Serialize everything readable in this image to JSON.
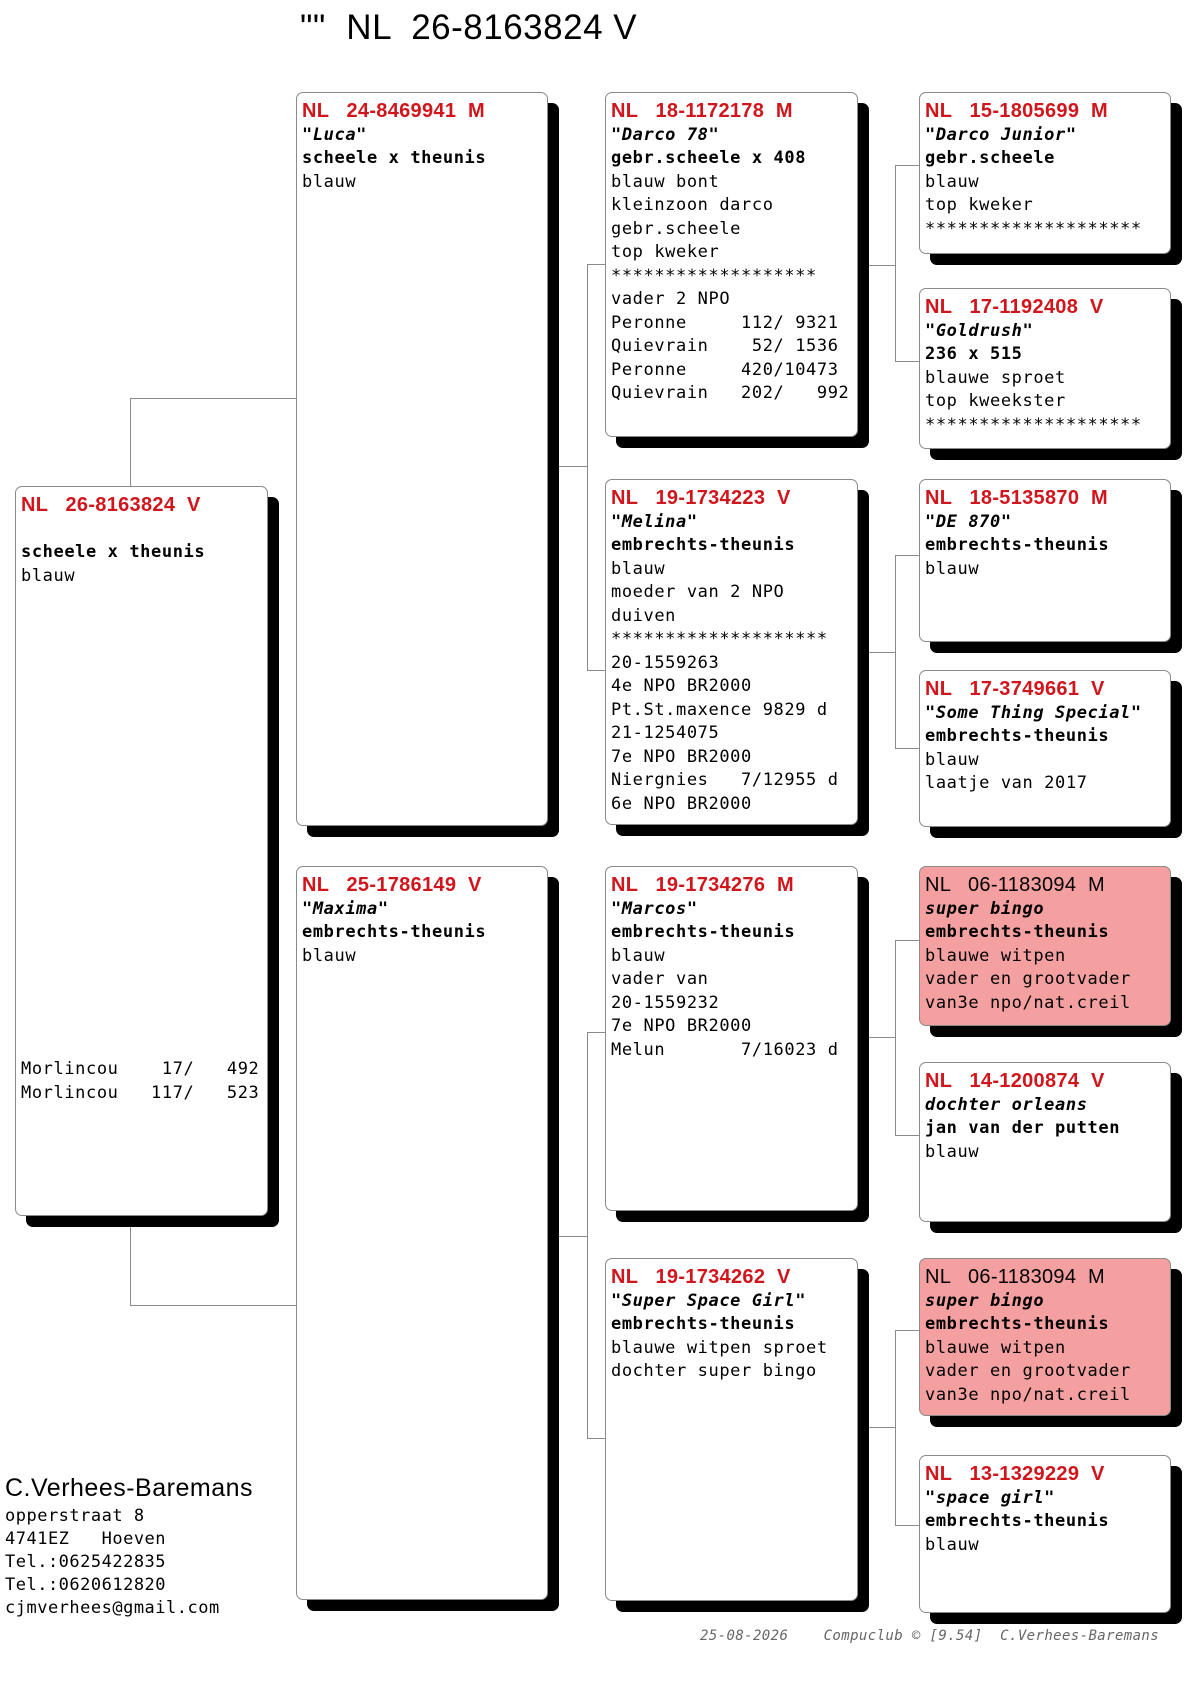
{
  "title": "\"\"  NL  26-8163824 V",
  "cards": [
    {
      "id": "subject",
      "lines": [
        {
          "t": "NL   26-8163824  V",
          "s": "id"
        },
        {
          "t": "",
          "s": ""
        },
        {
          "t": "scheele x theunis",
          "s": "bd"
        },
        {
          "t": "blauw",
          "s": ""
        },
        {
          "t": "",
          "s": ""
        },
        {
          "t": "",
          "s": ""
        },
        {
          "t": "",
          "s": ""
        },
        {
          "t": "",
          "s": ""
        },
        {
          "t": "",
          "s": ""
        },
        {
          "t": "",
          "s": ""
        },
        {
          "t": "",
          "s": ""
        },
        {
          "t": "",
          "s": ""
        },
        {
          "t": "",
          "s": ""
        },
        {
          "t": "",
          "s": ""
        },
        {
          "t": "",
          "s": ""
        },
        {
          "t": "",
          "s": ""
        },
        {
          "t": "",
          "s": ""
        },
        {
          "t": "",
          "s": ""
        },
        {
          "t": "",
          "s": ""
        },
        {
          "t": "",
          "s": ""
        },
        {
          "t": "",
          "s": ""
        },
        {
          "t": "",
          "s": ""
        },
        {
          "t": "",
          "s": ""
        },
        {
          "t": "",
          "s": ""
        },
        {
          "t": "Morlincou    17/   492",
          "s": ""
        },
        {
          "t": "Morlincou   117/   523",
          "s": ""
        }
      ]
    },
    {
      "id": "sire",
      "lines": [
        {
          "t": "NL   24-8469941  M",
          "s": "id"
        },
        {
          "t": "\"Luca\"",
          "s": "nm"
        },
        {
          "t": "scheele x theunis",
          "s": "bd"
        },
        {
          "t": "blauw",
          "s": ""
        }
      ]
    },
    {
      "id": "dam",
      "lines": [
        {
          "t": "NL   25-1786149  V",
          "s": "id"
        },
        {
          "t": "\"Maxima\"",
          "s": "nm"
        },
        {
          "t": "embrechts-theunis",
          "s": "bd"
        },
        {
          "t": "blauw",
          "s": ""
        }
      ]
    },
    {
      "id": "ss",
      "lines": [
        {
          "t": "NL   18-1172178  M",
          "s": "id"
        },
        {
          "t": "\"Darco 78\"",
          "s": "nm"
        },
        {
          "t": "gebr.scheele x 408",
          "s": "bd"
        },
        {
          "t": "blauw bont",
          "s": ""
        },
        {
          "t": "kleinzoon darco",
          "s": ""
        },
        {
          "t": "gebr.scheele",
          "s": ""
        },
        {
          "t": "top kweker",
          "s": ""
        },
        {
          "t": "*******************",
          "s": ""
        },
        {
          "t": "vader 2 NPO",
          "s": ""
        },
        {
          "t": "Peronne     112/ 9321",
          "s": ""
        },
        {
          "t": "Quievrain    52/ 1536",
          "s": ""
        },
        {
          "t": "Peronne     420/10473",
          "s": ""
        },
        {
          "t": "Quievrain   202/   992",
          "s": ""
        }
      ]
    },
    {
      "id": "sd",
      "lines": [
        {
          "t": "NL   19-1734223  V",
          "s": "id"
        },
        {
          "t": "\"Melina\"",
          "s": "nm"
        },
        {
          "t": "embrechts-theunis",
          "s": "bd"
        },
        {
          "t": "blauw",
          "s": ""
        },
        {
          "t": "moeder van 2 NPO",
          "s": ""
        },
        {
          "t": "duiven",
          "s": ""
        },
        {
          "t": "********************",
          "s": ""
        },
        {
          "t": "20-1559263",
          "s": ""
        },
        {
          "t": "4e NPO BR2000",
          "s": ""
        },
        {
          "t": "Pt.St.maxence 9829 d",
          "s": ""
        },
        {
          "t": "21-1254075",
          "s": ""
        },
        {
          "t": "7e NPO BR2000",
          "s": ""
        },
        {
          "t": "Niergnies   7/12955 d",
          "s": ""
        },
        {
          "t": "6e NPO BR2000",
          "s": ""
        }
      ]
    },
    {
      "id": "ds",
      "lines": [
        {
          "t": "NL   19-1734276  M",
          "s": "id"
        },
        {
          "t": "\"Marcos\"",
          "s": "nm"
        },
        {
          "t": "embrechts-theunis",
          "s": "bd"
        },
        {
          "t": "blauw",
          "s": ""
        },
        {
          "t": "vader van",
          "s": ""
        },
        {
          "t": "20-1559232",
          "s": ""
        },
        {
          "t": "7e NPO BR2000",
          "s": ""
        },
        {
          "t": "Melun       7/16023 d",
          "s": ""
        }
      ]
    },
    {
      "id": "dd",
      "lines": [
        {
          "t": "NL   19-1734262  V",
          "s": "id"
        },
        {
          "t": "\"Super Space Girl\"",
          "s": "nm"
        },
        {
          "t": "embrechts-theunis",
          "s": "bd"
        },
        {
          "t": "blauwe witpen sproet",
          "s": ""
        },
        {
          "t": "dochter super bingo",
          "s": ""
        }
      ]
    },
    {
      "id": "sss",
      "lines": [
        {
          "t": "NL   15-1805699  M",
          "s": "id"
        },
        {
          "t": "\"Darco Junior\"",
          "s": "nm"
        },
        {
          "t": "gebr.scheele",
          "s": "bd"
        },
        {
          "t": "blauw",
          "s": ""
        },
        {
          "t": "top kweker",
          "s": ""
        },
        {
          "t": "********************",
          "s": ""
        }
      ]
    },
    {
      "id": "ssd",
      "lines": [
        {
          "t": "NL   17-1192408  V",
          "s": "id"
        },
        {
          "t": "\"Goldrush\"",
          "s": "nm"
        },
        {
          "t": "236 x 515",
          "s": "bd"
        },
        {
          "t": "blauwe sproet",
          "s": ""
        },
        {
          "t": "top kweekster",
          "s": ""
        },
        {
          "t": "********************",
          "s": ""
        }
      ]
    },
    {
      "id": "sds",
      "lines": [
        {
          "t": "NL   18-5135870  M",
          "s": "id"
        },
        {
          "t": "\"DE 870\"",
          "s": "nm"
        },
        {
          "t": "embrechts-theunis",
          "s": "bd"
        },
        {
          "t": "blauw",
          "s": ""
        }
      ]
    },
    {
      "id": "sdd",
      "lines": [
        {
          "t": "NL   17-3749661  V",
          "s": "id"
        },
        {
          "t": "\"Some Thing Special\"",
          "s": "nm"
        },
        {
          "t": "embrechts-theunis",
          "s": "bd"
        },
        {
          "t": "blauw",
          "s": ""
        },
        {
          "t": "laatje van 2017",
          "s": ""
        }
      ]
    },
    {
      "id": "dss",
      "lines": [
        {
          "t": "NL   06-1183094  M",
          "s": "id"
        },
        {
          "t": "super bingo",
          "s": "nm"
        },
        {
          "t": "embrechts-theunis",
          "s": "bd"
        },
        {
          "t": "blauwe witpen",
          "s": ""
        },
        {
          "t": "vader en grootvader",
          "s": ""
        },
        {
          "t": "van3e npo/nat.creil",
          "s": ""
        }
      ]
    },
    {
      "id": "dsd",
      "lines": [
        {
          "t": "NL   14-1200874  V",
          "s": "id"
        },
        {
          "t": "dochter orleans",
          "s": "nm"
        },
        {
          "t": "jan van der putten",
          "s": "bd"
        },
        {
          "t": "blauw",
          "s": ""
        }
      ]
    },
    {
      "id": "dds",
      "lines": [
        {
          "t": "NL   06-1183094  M",
          "s": "id"
        },
        {
          "t": "super bingo",
          "s": "nm"
        },
        {
          "t": "embrechts-theunis",
          "s": "bd"
        },
        {
          "t": "blauwe witpen",
          "s": ""
        },
        {
          "t": "vader en grootvader",
          "s": ""
        },
        {
          "t": "van3e npo/nat.creil",
          "s": ""
        }
      ]
    },
    {
      "id": "ddd",
      "lines": [
        {
          "t": "NL   13-1329229  V",
          "s": "id"
        },
        {
          "t": "\"space girl\"",
          "s": "nm"
        },
        {
          "t": "embrechts-theunis",
          "s": "bd"
        },
        {
          "t": "blauw",
          "s": ""
        }
      ]
    }
  ],
  "breeder": {
    "name": "C.Verhees-Baremans",
    "lines": [
      "opperstraat 8",
      "4741EZ   Hoeven",
      "Tel.:0625422835",
      "Tel.:0620612820",
      "cjmverhees@gmail.com"
    ]
  },
  "footer": "25-08-2026    Compuclub © [9.54]  C.Verhees-Baremans",
  "colors": {
    "id": "#d0161c",
    "highlight": "#f4a0a0",
    "shadow": "#000000",
    "border": "#8a8a8a"
  }
}
